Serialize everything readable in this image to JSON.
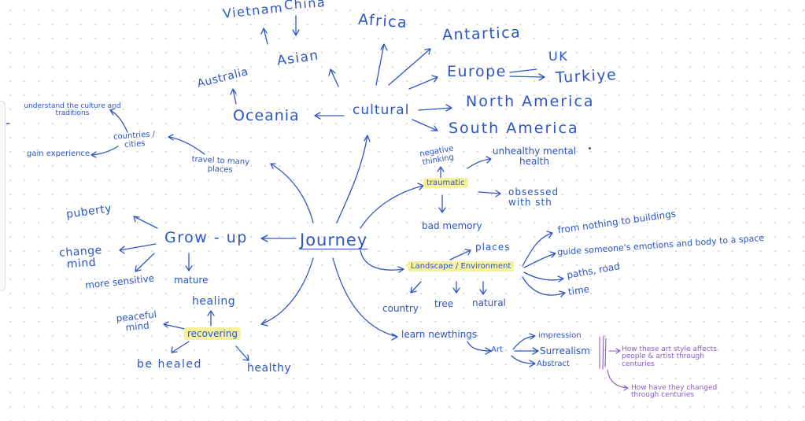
{
  "mindmap": {
    "center": "Journey",
    "cultural": {
      "label": "cultural",
      "africa": "Africa",
      "antartica": "Antartica",
      "europe": "Europe",
      "uk": "UK",
      "turkiye": "Turkiye",
      "north_america": "North America",
      "south_america": "South America",
      "oceania": "Oceania",
      "australia": "Australia",
      "asian": "Asian",
      "vietnam": "Vietnam",
      "china": "China"
    },
    "travel": {
      "label": "travel to many places",
      "countries": "countries / cities",
      "understand": "understand the culture and traditions",
      "gain_experience": "gain experience"
    },
    "grow_up": {
      "label": "Grow - up",
      "puberty": "puberty",
      "change_mind": "change mind",
      "more_sensitive": "more sensitive",
      "mature": "mature"
    },
    "recovering": {
      "label": "recovering",
      "healing": "healing",
      "peaceful_mind": "peaceful mind",
      "be_healed": "be healed",
      "healthy": "healthy"
    },
    "traumatic": {
      "label": "traumatic",
      "negative_thinking": "negative thinking",
      "unhealthy": "unhealthy mental health",
      "obsessed": "obsessed with sth",
      "bad_memory": "bad memory"
    },
    "landscape": {
      "label": "Landscape / Environment",
      "places": "places",
      "from_nothing": "from nothing to buildings",
      "guide": "guide someone's emotions and body to a space",
      "paths": "paths, road",
      "time": "time",
      "country": "country",
      "tree": "tree",
      "natural": "natural"
    },
    "learn": {
      "label": "learn newthings",
      "art": "Art",
      "impression": "impression",
      "surrealism": "Surrealism",
      "abstract": "Abstract",
      "note1": "How these art style affects people & artist through centuries",
      "note2": "How have they changed through centuries"
    }
  },
  "colors": {
    "ink": "#2b56c3",
    "note_ink": "#8b5cc7",
    "highlight": "#f6f19e",
    "dot_grid": "#d7d7d7"
  }
}
